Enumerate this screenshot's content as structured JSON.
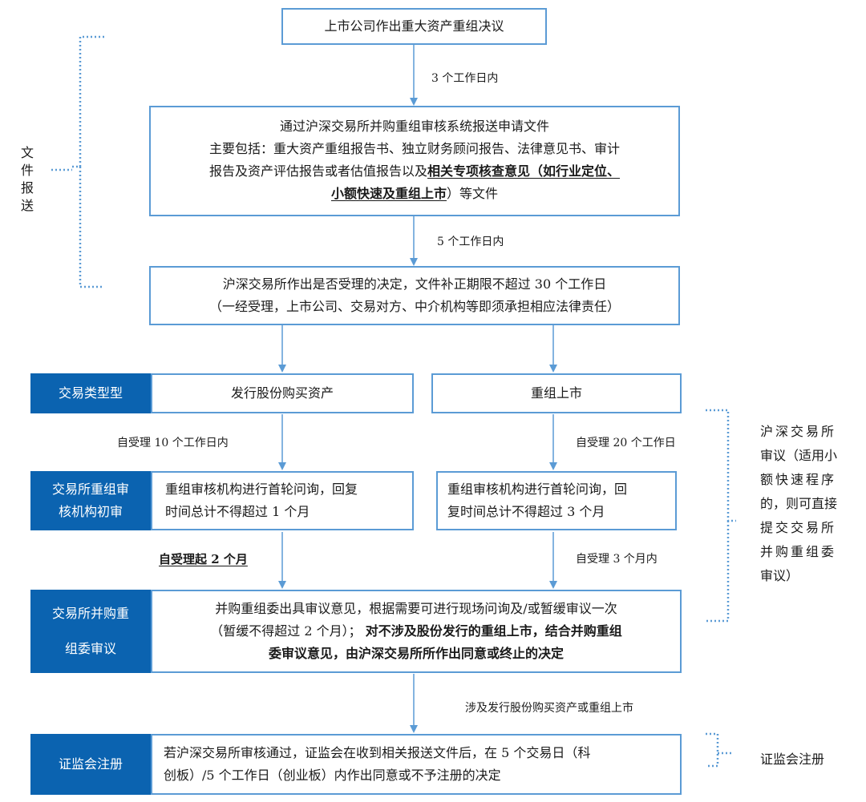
{
  "start_box": "上市公司作出重大资产重组决议",
  "step1_label": "3 个工作日内",
  "submit_box": {
    "line1": "通过沪深交易所并购重组审核系统报送申请文件",
    "line2": "主要包括：重大资产重组报告书、独立财务顾问报告、法律意见书、审计",
    "line3_plain": "报告及资产评估报告或者估值报告以及",
    "line3_bold": "相关专项核查意见（如行业定位、",
    "line4_bold": "小额快速及重组上市",
    "line4_plain": "）等文件"
  },
  "step2_label": "5 个工作日内",
  "accept_box": {
    "line1": "沪深交易所作出是否受理的决定，文件补正期限不超过 30 个工作日",
    "line2": "（一经受理，上市公司、交易对方、中介机构等即须承担相应法律责任）"
  },
  "left_bracket_label": "文件报送",
  "tag_type": "交易类型型",
  "type_left": "发行股份购买资产",
  "type_right": "重组上市",
  "left_branch_label": "自受理 10 个工作日内",
  "right_branch_label": "自受理 20 个工作日",
  "tag_initial": [
    "交易所重组审",
    "核机构初审"
  ],
  "initial_left": [
    "重组审核机构进行首轮问询，回复",
    "时间总计不得超过 1 个月"
  ],
  "initial_right": [
    "重组审核机构进行首轮问询，回",
    "复时间总计不得超过 3 个月"
  ],
  "left_timing_label": "自受理起 2 个月",
  "right_timing_label": "自受理 3 个月内",
  "tag_committee": [
    "交易所并购重",
    "组委审议"
  ],
  "committee_box": {
    "line1": "并购重组委出具审议意见，根据需要可进行现场问询及/或暂缓审议一次",
    "line2_plain": "（暂缓不得超过 2 个月）；",
    "line2_bold": "对不涉及股份发行的重组上市，结合并购重组",
    "line3_bold": "委审议意见，由沪深交易所所作出同意或终止的决定"
  },
  "right_bracket_label": [
    "沪深交易所",
    "审议（适用小",
    "额快速程序",
    "的，则可直接",
    "提交交易所",
    "并购重组委",
    "审议）"
  ],
  "step3_label": "涉及发行股份购买资产或重组上市",
  "tag_register": "证监会注册",
  "register_box": {
    "line1": "若沪深交易所审核通过，证监会在收到相关报送文件后，在 5 个交易日（科",
    "line2": "创板）/5 个工作日（创业板）内作出同意或不予注册的决定"
  },
  "bottom_bracket_label": "证监会注册",
  "colors": {
    "accent": "#0b63b0",
    "border": "#5b9bd5",
    "arrow": "#5b9bd5"
  }
}
